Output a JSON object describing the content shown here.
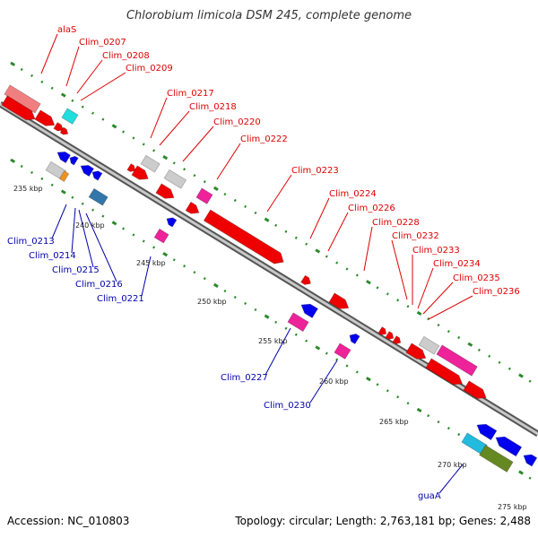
{
  "title": "Chlorobium limicola DSM 245, complete genome",
  "footer": {
    "accession": "Accession: NC_010803",
    "info": "Topology: circular; Length: 2,763,181 bp; Genes: 2,488"
  },
  "colors": {
    "forward_label": "#dd0000",
    "reverse_label": "#0000aa",
    "backbone": "#888888",
    "dot_green": "#2a8a2a"
  },
  "kbp_ticks": [
    "235 kbp",
    "240 kbp",
    "245 kbp",
    "250 kbp",
    "255 kbp",
    "260 kbp",
    "265 kbp",
    "270 kbp",
    "275 kbp"
  ],
  "forward_labels": [
    "alaS",
    "Clim_0207",
    "Clim_0208",
    "Clim_0209",
    "Clim_0217",
    "Clim_0218",
    "Clim_0220",
    "Clim_0222",
    "Clim_0223",
    "Clim_0224",
    "Clim_0226",
    "Clim_0228",
    "Clim_0232",
    "Clim_0233",
    "Clim_0234",
    "Clim_0235",
    "Clim_0236"
  ],
  "reverse_labels": [
    "Clim_0213",
    "Clim_0214",
    "Clim_0215",
    "Clim_0216",
    "Clim_0221",
    "Clim_0227",
    "Clim_0230",
    "guaA"
  ]
}
